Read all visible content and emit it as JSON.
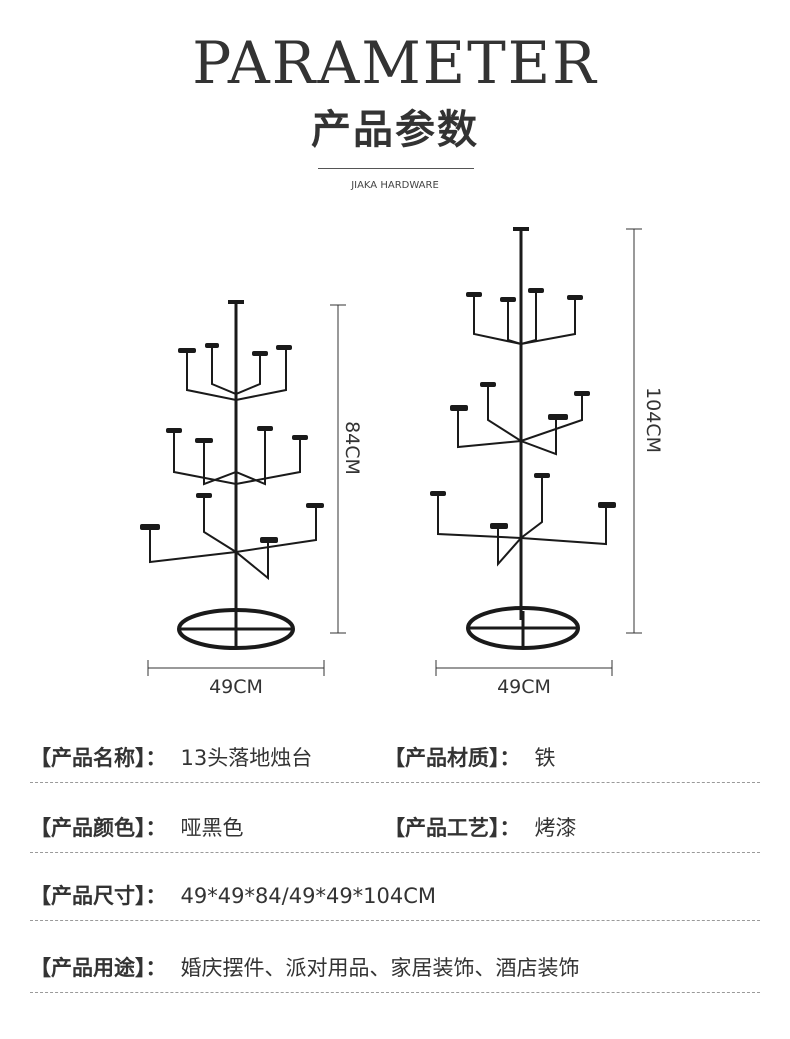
{
  "header": {
    "title_en": "PARAMETER",
    "title_cn": "产品参数",
    "brand": "JIAKA HARDWARE"
  },
  "figures": {
    "left": {
      "height_label": "84CM",
      "width_label": "49CM",
      "height_cm": 84,
      "width_cm": 49
    },
    "right": {
      "height_label": "104CM",
      "width_label": "49CM",
      "height_cm": 104,
      "width_cm": 49
    }
  },
  "params": {
    "name_label": "【产品名称】：",
    "name_value": "13头落地烛台",
    "material_label": "【产品材质】：",
    "material_value": "铁",
    "color_label": "【产品颜色】：",
    "color_value": "哑黑色",
    "craft_label": "【产品工艺】：",
    "craft_value": "烤漆",
    "size_label": "【产品尺寸】：",
    "size_value": "49*49*84/49*49*104CM",
    "usage_label": "【产品用途】：",
    "usage_value": "婚庆摆件、派对用品、家居装饰、酒店装饰"
  },
  "colors": {
    "text": "#333333",
    "metal": "#1a1a1a",
    "divider": "#9a9a9a"
  }
}
